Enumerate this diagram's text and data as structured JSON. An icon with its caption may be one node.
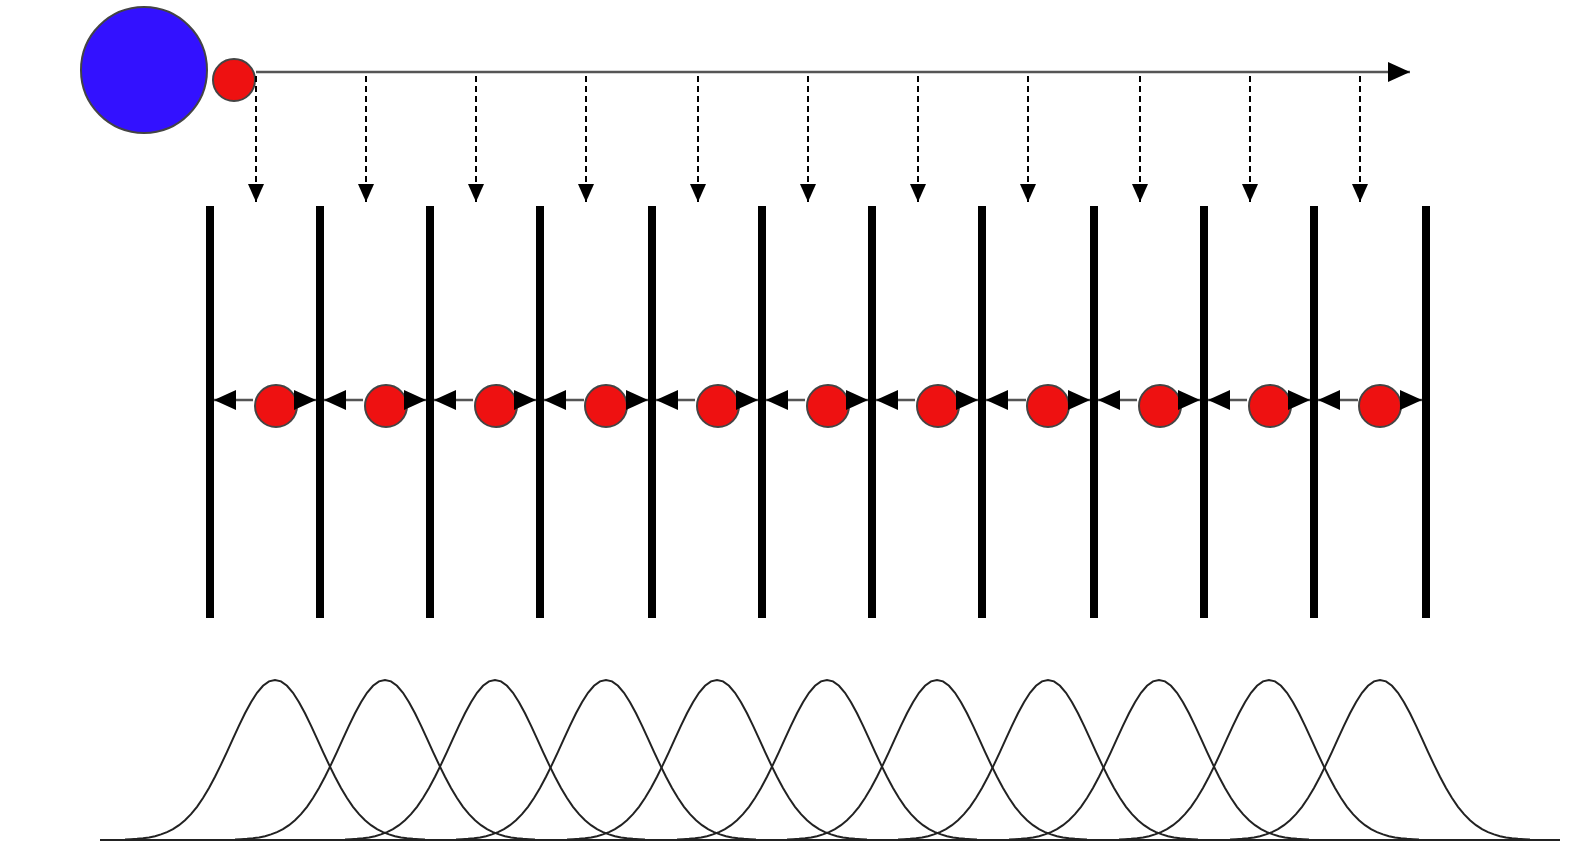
{
  "diagram": {
    "nodes": [
      {
        "text": [],
        "shape": "circle"
      },
      {
        "text": [],
        "shape": "circle"
      },
      {
        "text": [],
        "shape": "circle"
      },
      {
        "text": [],
        "shape": "circle"
      },
      {
        "text": [],
        "shape": "circle"
      },
      {
        "text": [],
        "shape": "circle"
      },
      {
        "text": [],
        "shape": "circle"
      },
      {
        "text": [],
        "shape": "circle"
      },
      {
        "text": [],
        "shape": "circle"
      },
      {
        "text": [],
        "shape": "circle"
      },
      {
        "text": [],
        "shape": "circle"
      },
      {
        "text": [],
        "shape": "circle"
      },
      {
        "text": [],
        "shape": "circle"
      },
      {
        "text": [],
        "shape": "bar"
      },
      {
        "text": [],
        "shape": "bar"
      },
      {
        "text": [],
        "shape": "bar"
      },
      {
        "text": [],
        "shape": "bar"
      },
      {
        "text": [],
        "shape": "bar"
      },
      {
        "text": [],
        "shape": "bar"
      },
      {
        "text": [],
        "shape": "bar"
      },
      {
        "text": [],
        "shape": "bar"
      },
      {
        "text": [],
        "shape": "bar"
      },
      {
        "text": [],
        "shape": "bar"
      },
      {
        "text": [],
        "shape": "bar"
      },
      {
        "text": [],
        "shape": "bar"
      }
    ],
    "edges": [
      {
        "from": 1,
        "to": null,
        "arrow": "to"
      },
      {
        "from": 2,
        "to": 13,
        "arrow": "to"
      },
      {
        "from": 2,
        "to": 14,
        "arrow": "to"
      },
      {
        "from": 3,
        "to": 14,
        "arrow": "to"
      },
      {
        "from": 3,
        "to": 15,
        "arrow": "to"
      },
      {
        "from": 4,
        "to": 15,
        "arrow": "to"
      },
      {
        "from": 4,
        "to": 16,
        "arrow": "to"
      },
      {
        "from": 5,
        "to": 16,
        "arrow": "to"
      },
      {
        "from": 5,
        "to": 17,
        "arrow": "to"
      },
      {
        "from": 6,
        "to": 17,
        "arrow": "to"
      },
      {
        "from": 6,
        "to": 18,
        "arrow": "to"
      },
      {
        "from": 7,
        "to": 18,
        "arrow": "to"
      },
      {
        "from": 7,
        "to": 19,
        "arrow": "to"
      },
      {
        "from": 8,
        "to": 19,
        "arrow": "to"
      },
      {
        "from": 8,
        "to": 20,
        "arrow": "to"
      },
      {
        "from": 9,
        "to": 20,
        "arrow": "to"
      },
      {
        "from": 9,
        "to": 21,
        "arrow": "to"
      },
      {
        "from": 10,
        "to": 21,
        "arrow": "to"
      },
      {
        "from": 10,
        "to": 22,
        "arrow": "to"
      },
      {
        "from": 11,
        "to": 22,
        "arrow": "to"
      },
      {
        "from": 11,
        "to": 23,
        "arrow": "to"
      },
      {
        "from": 12,
        "to": 23,
        "arrow": "to"
      },
      {
        "from": 12,
        "to": 24,
        "arrow": "to"
      }
    ]
  }
}
